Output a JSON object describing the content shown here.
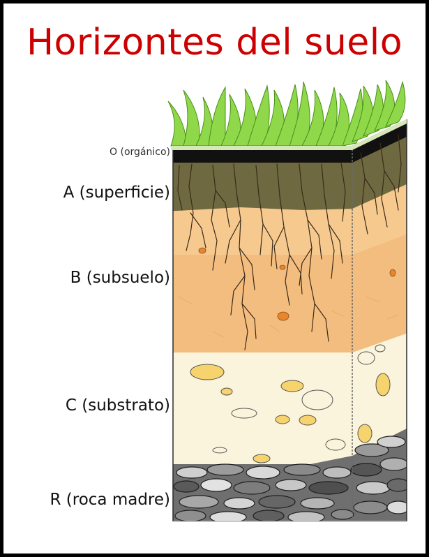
{
  "title": "Horizontes del suelo",
  "title_color": "#cc0000",
  "horizons": [
    {
      "key": "O",
      "label": "O (orgánico)",
      "color": "#111111"
    },
    {
      "key": "A",
      "label": "A (superficie)",
      "color": "#6e6940"
    },
    {
      "key": "B",
      "label": "B (subsuelo)",
      "color": "#f3bd7f"
    },
    {
      "key": "C",
      "label": "C (substrato)",
      "color": "#fbf4dc"
    },
    {
      "key": "R",
      "label": "R (roca madre)",
      "color": "#6f6f6f"
    }
  ],
  "icons": [
    "grass-icon",
    "root-icon",
    "rock-icon",
    "pebble-icon"
  ]
}
